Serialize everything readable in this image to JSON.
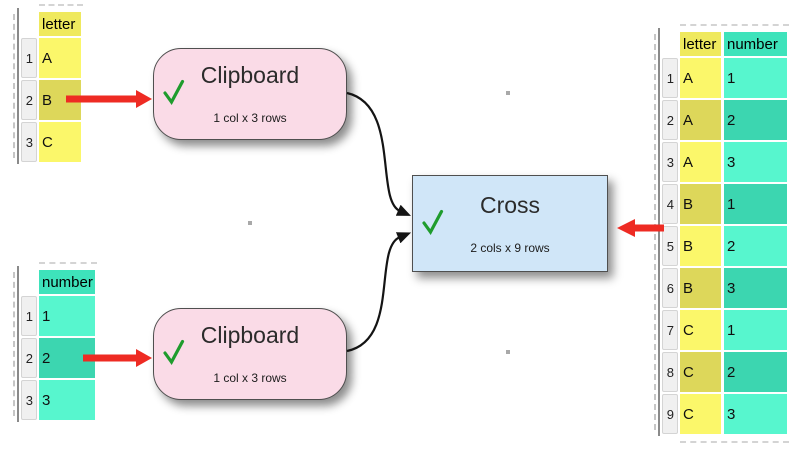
{
  "colors": {
    "node_pink": "#fadbe7",
    "node_blue": "#d0e6f8",
    "node_border": "#4f4f4f",
    "arrow_red": "#ee2b23",
    "connector_black": "#141414",
    "check_green": "#1f9c2d",
    "column_yellow_header": "#efe95e",
    "column_yellow_odd": "#fbf76a",
    "column_yellow_even": "#ddd75a",
    "column_teal_header": "#3ee3bb",
    "column_teal_odd": "#57f6ce",
    "column_teal_even": "#3cd6b0",
    "row_header_bg": "#f0f0f0",
    "grid_dot": "#a9a9a9"
  },
  "icons": {
    "success_check": "✓"
  },
  "nodes": {
    "clipboard_top": {
      "title": "Clipboard",
      "subtitle": "1 col x 3 rows"
    },
    "clipboard_bottom": {
      "title": "Clipboard",
      "subtitle": "1 col x 3 rows"
    },
    "cross": {
      "title": "Cross",
      "subtitle": "2 cols x 9 rows"
    }
  },
  "tables": {
    "letters": {
      "header": "letter",
      "rows": [
        {
          "n": "1",
          "v": "A"
        },
        {
          "n": "2",
          "v": "B"
        },
        {
          "n": "3",
          "v": "C"
        }
      ]
    },
    "numbers": {
      "header": "number",
      "rows": [
        {
          "n": "1",
          "v": "1"
        },
        {
          "n": "2",
          "v": "2"
        },
        {
          "n": "3",
          "v": "3"
        }
      ]
    },
    "result": {
      "letter_header": "letter",
      "number_header": "number",
      "rows": [
        {
          "n": "1",
          "letter": "A",
          "number": "1"
        },
        {
          "n": "2",
          "letter": "A",
          "number": "2"
        },
        {
          "n": "3",
          "letter": "A",
          "number": "3"
        },
        {
          "n": "4",
          "letter": "B",
          "number": "1"
        },
        {
          "n": "5",
          "letter": "B",
          "number": "2"
        },
        {
          "n": "6",
          "letter": "B",
          "number": "3"
        },
        {
          "n": "7",
          "letter": "C",
          "number": "1"
        },
        {
          "n": "8",
          "letter": "C",
          "number": "2"
        },
        {
          "n": "9",
          "letter": "C",
          "number": "3"
        }
      ]
    }
  }
}
